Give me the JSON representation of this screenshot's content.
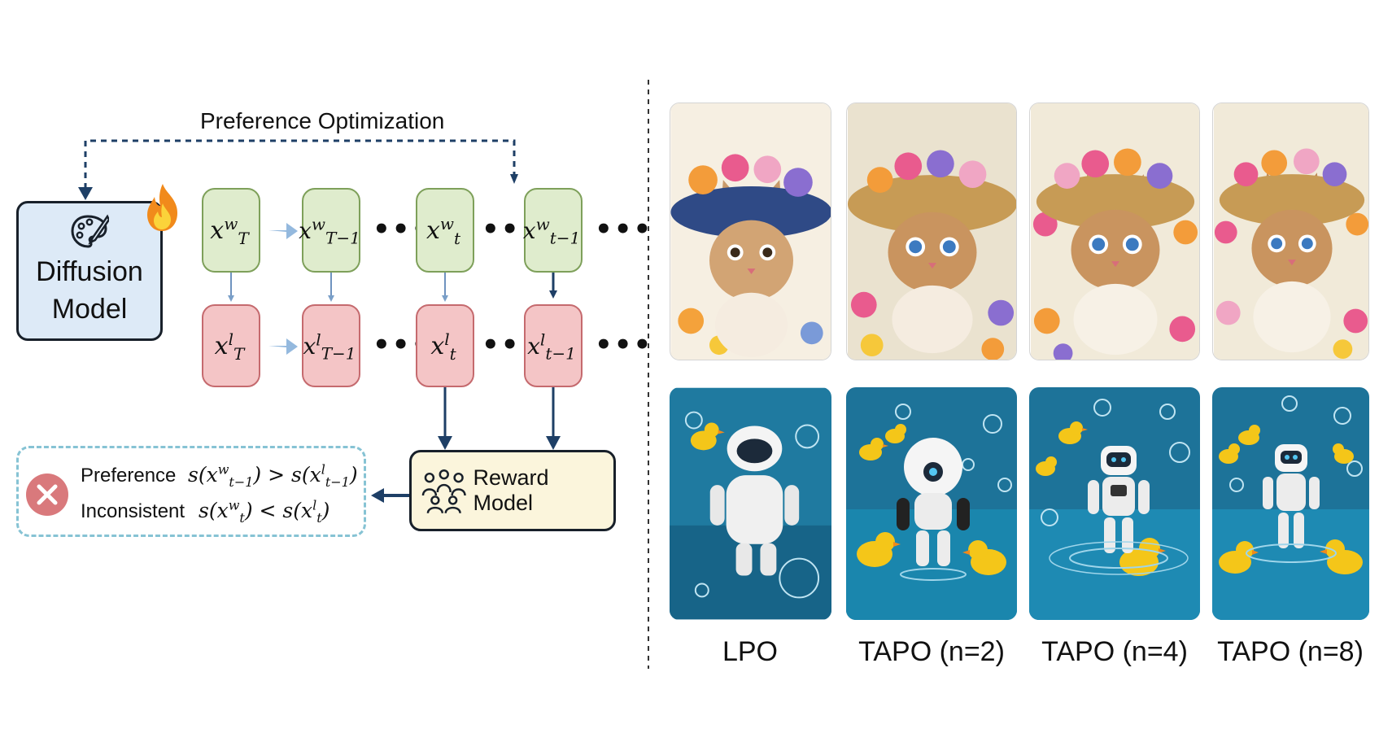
{
  "pipeline": {
    "feedback_label": "Preference Optimization",
    "diffusion_model_label": "Diffusion\nModel",
    "reward_model_label": "Reward Model",
    "ellipsis": "•••",
    "winning_row": [
      {
        "base": "x",
        "sup": "w",
        "sub": "T"
      },
      {
        "base": "x",
        "sup": "w",
        "sub": "T−1"
      },
      {
        "base": "x",
        "sup": "w",
        "sub": "t"
      },
      {
        "base": "x",
        "sup": "w",
        "sub": "t−1"
      }
    ],
    "losing_row": [
      {
        "base": "x",
        "sup": "l",
        "sub": "T"
      },
      {
        "base": "x",
        "sup": "l",
        "sub": "T−1"
      },
      {
        "base": "x",
        "sup": "l",
        "sub": "t"
      },
      {
        "base": "x",
        "sup": "l",
        "sub": "t−1"
      }
    ]
  },
  "inconsistency": {
    "preference_label": "Preference",
    "inconsistent_label": "Inconsistent"
  },
  "comparison": {
    "captions": [
      "LPO",
      "TAPO (n=2)",
      "TAPO (n=4)",
      "TAPO (n=8)"
    ],
    "rows": [
      "kitten-in-flower-hat",
      "robot-with-rubber-ducks"
    ]
  },
  "colors": {
    "winning_fill": "#dfeccd",
    "losing_fill": "#f4c5c6",
    "diffusion_fill": "#ddeaf7",
    "reward_fill": "#fbf5dc",
    "feedback_arrow": "#1e3f66",
    "dashed_border": "#86c3d4",
    "reject_icon": "#d9797c"
  }
}
